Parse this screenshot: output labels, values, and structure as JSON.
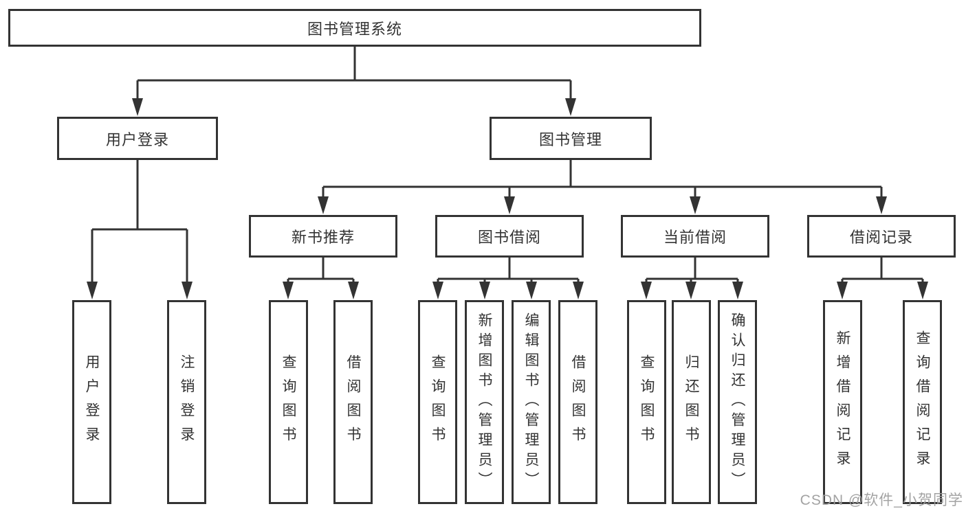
{
  "tree": {
    "root": {
      "label": "图书管理系统"
    },
    "branches": [
      {
        "label": "用户登录",
        "children": [
          {
            "label": "用户登录"
          },
          {
            "label": "注销登录"
          }
        ]
      },
      {
        "label": "图书管理",
        "sections": [
          {
            "label": "新书推荐",
            "children": [
              {
                "label": "查询图书"
              },
              {
                "label": "借阅图书"
              }
            ]
          },
          {
            "label": "图书借阅",
            "children": [
              {
                "label": "查询图书"
              },
              {
                "label": "新增图书（管理员）"
              },
              {
                "label": "编辑图书（管理员）"
              },
              {
                "label": "借阅图书"
              }
            ]
          },
          {
            "label": "当前借阅",
            "children": [
              {
                "label": "查询图书"
              },
              {
                "label": "归还图书"
              },
              {
                "label": "确认归还（管理员）"
              }
            ]
          },
          {
            "label": "借阅记录",
            "children": [
              {
                "label": "新增借阅记录"
              },
              {
                "label": "查询借阅记录"
              }
            ]
          }
        ]
      }
    ]
  },
  "watermark": "CSDN @软件_小贺同学",
  "colors": {
    "line": "#333333",
    "box_border": "#333333",
    "text": "#333333",
    "watermark": "#9e9e9e",
    "background": "#ffffff"
  }
}
